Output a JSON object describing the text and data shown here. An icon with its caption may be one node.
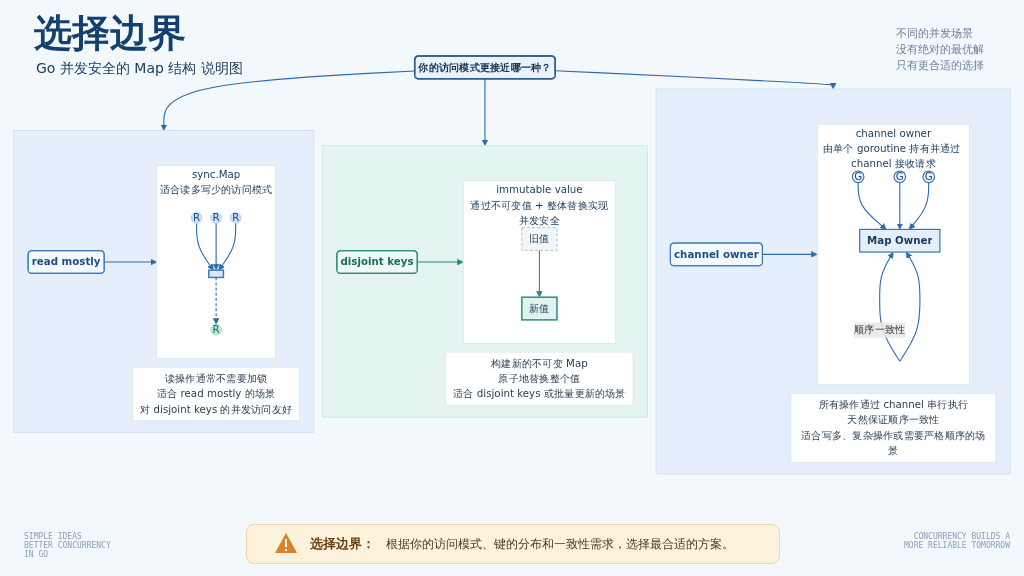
{
  "diagram": {
    "title": "选择边界",
    "nodes": [
      {
        "text": [
          "你的访问模式更接近哪一种？"
        ]
      },
      {
        "text": [],
        "shape": "box"
      },
      {
        "text": [
          "read mostly"
        ],
        "in": 1
      },
      {
        "text": [
          "sync.Map",
          "适合读多写少的访问模式"
        ],
        "in": 1
      },
      {
        "text": [
          "R"
        ],
        "in": 3
      },
      {
        "text": [
          "R"
        ],
        "in": 3
      },
      {
        "text": [
          "R"
        ],
        "in": 3
      },
      {
        "text": [],
        "shape": "box",
        "in": 3
      },
      {
        "text": [
          "R"
        ],
        "in": 3
      },
      {
        "text": [
          "读操作通常不需要加锁",
          "适合 read mostly 的场景",
          "对 disjoint keys 的并发访问友好"
        ],
        "in": 1
      },
      {
        "text": [],
        "shape": "box"
      },
      {
        "text": [
          "disjoint keys"
        ],
        "in": 10
      },
      {
        "text": [
          "immutable value",
          "通过不可变值 + 整体替换实现并发安全"
        ],
        "in": 10
      },
      {
        "text": [
          "旧值"
        ],
        "in": 12
      },
      {
        "text": [
          "新值"
        ],
        "in": 12
      },
      {
        "text": [
          "构建新的不可变 Map",
          "原子地替换整个值",
          "适合 disjoint keys 或批量更新的场景"
        ],
        "in": 10
      },
      {
        "text": [],
        "shape": "box"
      },
      {
        "text": [
          "channel owner"
        ],
        "in": 16
      },
      {
        "text": [
          "channel owner",
          "由单个 goroutine 持有并通过 channel 接收请求"
        ],
        "in": 16
      },
      {
        "text": [
          "G"
        ],
        "in": 18
      },
      {
        "text": [
          "G"
        ],
        "in": 18
      },
      {
        "text": [
          "G"
        ],
        "in": 18
      },
      {
        "text": [
          "Map Owner"
        ],
        "in": 18
      },
      {
        "text": [
          "所有操作通过 channel 串行执行",
          "天然保证顺序一致性",
          "适合写多、复杂操作或需要严格顺序的场景"
        ],
        "in": 16
      }
    ],
    "edges": [
      {
        "from": 0,
        "to": 1,
        "arrow": "to"
      },
      {
        "from": 0,
        "to": 10,
        "arrow": "to"
      },
      {
        "from": 0,
        "to": 16,
        "arrow": "to"
      },
      {
        "from": 2,
        "to": 3,
        "arrow": "to"
      },
      {
        "from": 4,
        "to": 7,
        "arrow": "to"
      },
      {
        "from": 5,
        "to": 7,
        "arrow": "to"
      },
      {
        "from": 6,
        "to": 7,
        "arrow": "to"
      },
      {
        "from": 7,
        "to": 8,
        "arrow": "to",
        "style": "dashed"
      },
      {
        "from": 11,
        "to": 12,
        "arrow": "to",
        "color": "#2a8a7e"
      },
      {
        "from": 13,
        "to": 14,
        "arrow": "to",
        "color": "#2a8a7e"
      },
      {
        "from": 17,
        "to": 18,
        "arrow": "to"
      },
      {
        "from": 19,
        "to": 22,
        "arrow": "to"
      },
      {
        "from": 20,
        "to": 22,
        "arrow": "to"
      },
      {
        "from": 21,
        "to": 22,
        "arrow": "to"
      },
      {
        "from": 22,
        "to": 22,
        "arrow": "both",
        "label": "顺序一致性"
      }
    ],
    "labels": [
      "Go 并发安全的 Map 结构 说明图",
      "不同的并发场景",
      "没有绝对的最优解",
      "只有更合适的选择",
      "SIMPLE IDEAS BETTER CONCURRENCY IN GO",
      "CONCURRENCY BUILDS A MORE RELIABLE TOMORROW",
      "选择边界：",
      "根据你的访问模式、键的分布和一致性需求，选择最合适的方案。"
    ]
  }
}
